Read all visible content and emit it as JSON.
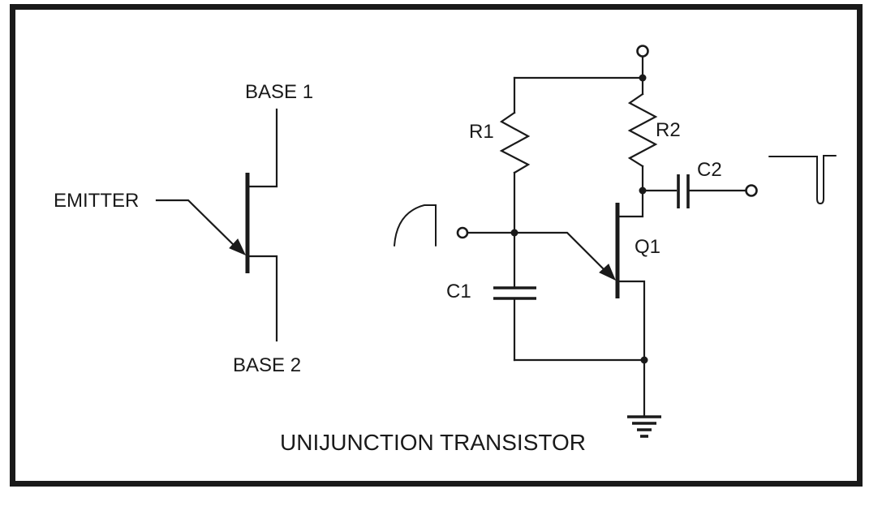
{
  "title": "UNIJUNCTION TRANSISTOR",
  "symbol": {
    "base1_label": "BASE 1",
    "emitter_label": "EMITTER",
    "base2_label": "BASE 2"
  },
  "circuit": {
    "r1_label": "R1",
    "r2_label": "R2",
    "c1_label": "C1",
    "c2_label": "C2",
    "q1_label": "Q1"
  },
  "icons": {
    "sawtooth_waveform": "sawtooth-waveform-icon",
    "pulse_waveform": "negative-pulse-waveform-icon",
    "ground": "earth-ground-icon"
  },
  "colors": {
    "line": "#1a1a1a",
    "background": "#ffffff"
  }
}
